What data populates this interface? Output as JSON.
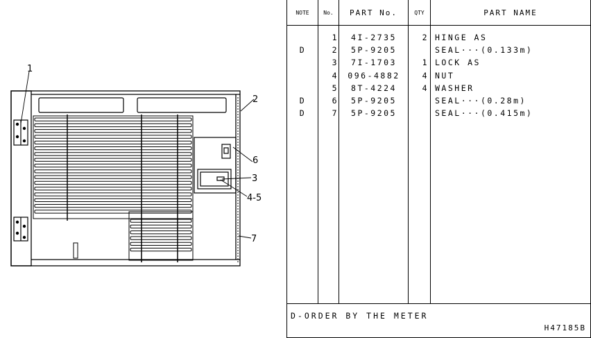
{
  "table": {
    "headers": {
      "note": "NOTE",
      "no": "No.",
      "part_no": "PART No.",
      "qty": "QTY",
      "part_name": "PART NAME"
    },
    "rows": [
      {
        "note": "",
        "no": "1",
        "part_no": "4I-2735",
        "qty": "2",
        "name": "HINGE AS"
      },
      {
        "note": "D",
        "no": "2",
        "part_no": "5P-9205",
        "qty": "",
        "name": "SEAL···(0.133m)"
      },
      {
        "note": "",
        "no": "3",
        "part_no": "7I-1703",
        "qty": "1",
        "name": "LOCK AS"
      },
      {
        "note": "",
        "no": "4",
        "part_no": "096-4882",
        "qty": "4",
        "name": "NUT"
      },
      {
        "note": "",
        "no": "5",
        "part_no": "8T-4224",
        "qty": "4",
        "name": "WASHER"
      },
      {
        "note": "D",
        "no": "6",
        "part_no": "5P-9205",
        "qty": "",
        "name": "SEAL···(0.28m)"
      },
      {
        "note": "D",
        "no": "7",
        "part_no": "5P-9205",
        "qty": "",
        "name": "SEAL···(0.415m)"
      }
    ],
    "footer_note": "D-ORDER BY THE METER",
    "drawing_code": "H47185B"
  },
  "callouts": {
    "c1": "1",
    "c2": "2",
    "c3": "3",
    "c45": "4-5",
    "c6": "6",
    "c7": "7"
  }
}
